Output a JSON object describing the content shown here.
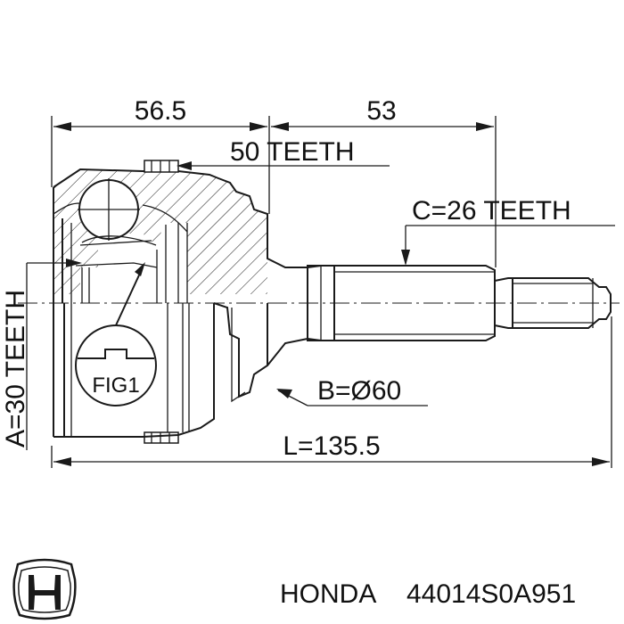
{
  "dimensions": {
    "housing_length": "56.5",
    "shaft_length": "53",
    "outer_teeth": "50 TEETH",
    "shaft_teeth": "C=26 TEETH",
    "inner_teeth": "A=30 TEETH",
    "diameter": "B=Ø60",
    "overall_length": "L=135.5"
  },
  "figure_label": "FIG1",
  "footer": {
    "brand": "HONDA",
    "part_number": "44014S0A951",
    "logo_icon": "honda-h-logo-icon"
  },
  "colors": {
    "ink": "#1a1a1a",
    "background": "#ffffff"
  }
}
